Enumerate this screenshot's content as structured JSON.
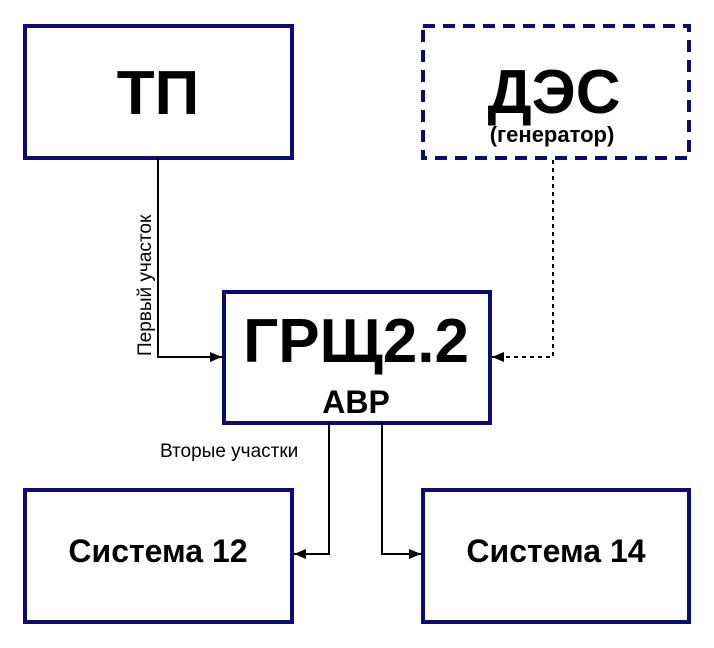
{
  "colors": {
    "box_border": "#0a0a78",
    "wire": "#000000"
  },
  "nodes": {
    "tp": {
      "label": "ТП"
    },
    "des": {
      "label": "ДЭС",
      "sublabel": "(генератор)"
    },
    "grsch": {
      "label": "ГРЩ2.2",
      "sublabel": "АВР"
    },
    "system12": {
      "label": "Система 12"
    },
    "system14": {
      "label": "Система 14"
    }
  },
  "edges": {
    "tp_to_grsch": {
      "label": "Первый участок",
      "style": "solid"
    },
    "des_to_grsch": {
      "style": "dotted"
    },
    "grsch_to_systems": {
      "label": "Вторые участки",
      "style": "solid"
    }
  }
}
